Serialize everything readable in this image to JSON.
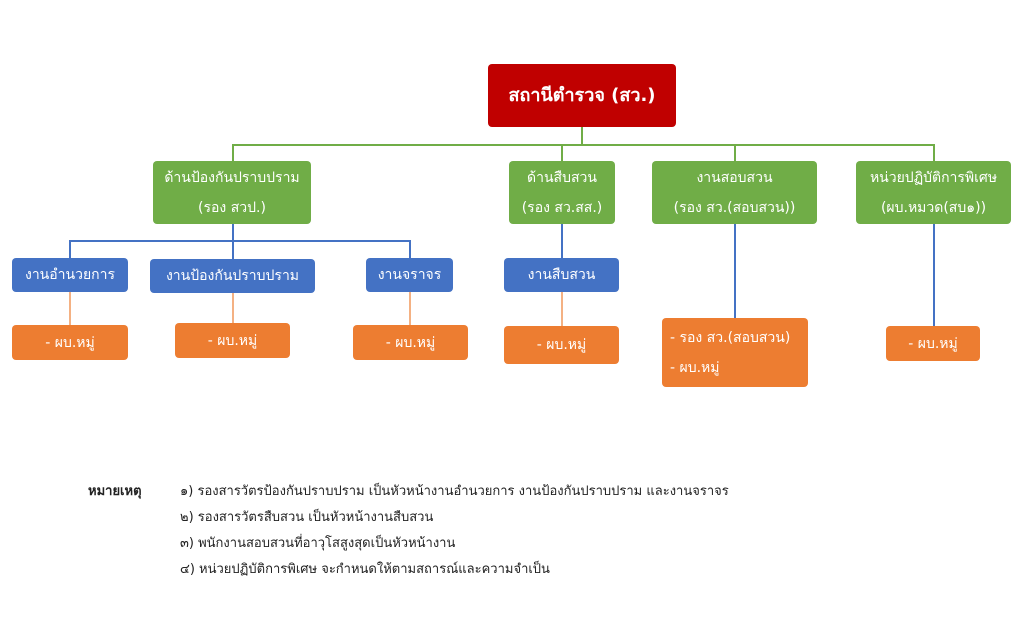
{
  "root": {
    "label": "สถานีตำรวจ (สว.)"
  },
  "divisions": [
    {
      "line1": "ด้านป้องกันปราบปราม",
      "line2": "(รอง สวป.)"
    },
    {
      "line1": "ด้านสืบสวน",
      "line2": "(รอง สว.สส.)"
    },
    {
      "line1": "งานสอบสวน",
      "line2": "(รอง สว.(สอบสวน))"
    },
    {
      "line1": "หน่วยปฏิบัติการพิเศษ",
      "line2": "(ผบ.หมวด(สบ๑))"
    }
  ],
  "units": [
    {
      "label": "งานอำนวยการ"
    },
    {
      "label": "งานป้องกันปราบปราม"
    },
    {
      "label": "งานจราจร"
    },
    {
      "label": "งานสืบสวน"
    }
  ],
  "staff": [
    {
      "lines": [
        "- ผบ.หมู่"
      ]
    },
    {
      "lines": [
        "- ผบ.หมู่"
      ]
    },
    {
      "lines": [
        "- ผบ.หมู่"
      ]
    },
    {
      "lines": [
        "- ผบ.หมู่"
      ]
    },
    {
      "lines": [
        "- รอง สว.(สอบสวน)",
        "- ผบ.หมู่"
      ]
    },
    {
      "lines": [
        "- ผบ.หมู่"
      ]
    }
  ],
  "notes": {
    "label": "หมายเหตุ",
    "items": [
      "๑) รองสารวัตรป้องกันปราบปราม เป็นหัวหน้างานอำนวยการ งานป้องกันปราบปราม และงานจราจร",
      "๒) รองสารวัตรสืบสวน เป็นหัวหน้างานสืบสวน",
      "๓) พนักงานสอบสวนที่อาวุโสสูงสุดเป็นหัวหน้างาน",
      "๔) หน่วยปฏิบัติการพิเศษ จะกำหนดให้ตามสถารณ์และความจำเป็น"
    ]
  },
  "colors": {
    "root": "#C00000",
    "division": "#70AD47",
    "unit": "#4472C4",
    "staff": "#ED7D31"
  }
}
